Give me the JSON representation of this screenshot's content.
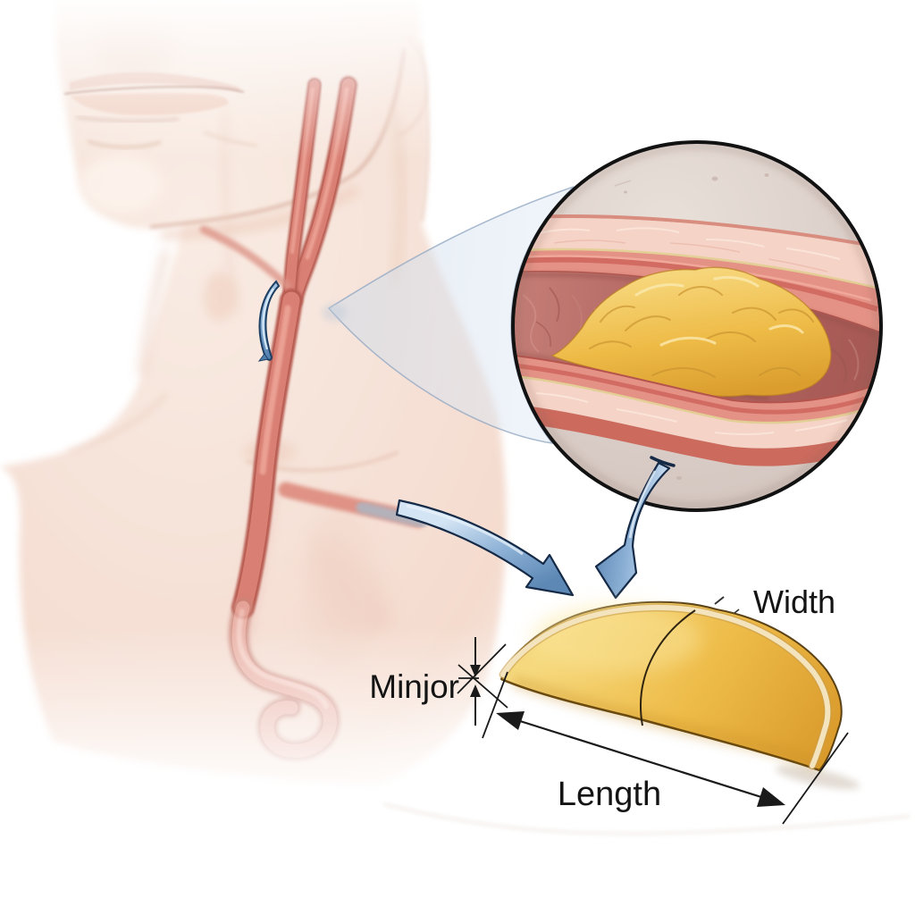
{
  "figure": {
    "title": "Carotid artery plaque measurement illustration",
    "labels": {
      "width": "Width",
      "minor": "Minjor",
      "length": "Length"
    },
    "colors": {
      "background": "#ffffff",
      "skin": "#f6e3da",
      "artery_red": "#d97f73",
      "artery_edge": "#b85c51",
      "plaque_yellow": "#eebb47",
      "plaque_highlight": "#f7d87e",
      "vessel_wall_pink": "#f5d3c6",
      "vessel_lining_salmon": "#e59286",
      "lumen_rose": "#b26560",
      "cream_band": "#f3e4be",
      "arrow_blue": "#7aa3cd",
      "arrow_outline": "#152a47",
      "callout_beam_blue": "#dce8f3",
      "inset_background": "#d5c8c2",
      "marker_blue": "#4f7eae",
      "annotation_black": "#1a1a1a"
    },
    "icons": [
      {
        "name": "magnifier-callout-beam",
        "meaning": "zoom region indicator"
      },
      {
        "name": "zoom-inset-circle",
        "meaning": "magnified artery cross-section"
      },
      {
        "name": "arrow-neck-to-model-icon",
        "meaning": "points from neck artery to plaque model"
      },
      {
        "name": "arrow-inset-to-model-icon",
        "meaning": "points from inset plaque to plaque model"
      },
      {
        "name": "bifurcation-marker-icon",
        "meaning": "blue crescent marking carotid bifurcation"
      },
      {
        "name": "minor-dimension-arrows-icon",
        "meaning": "vertical double arrows for minor axis"
      },
      {
        "name": "length-dimension-arrow-icon",
        "meaning": "double-headed arrow for plaque length"
      }
    ]
  }
}
